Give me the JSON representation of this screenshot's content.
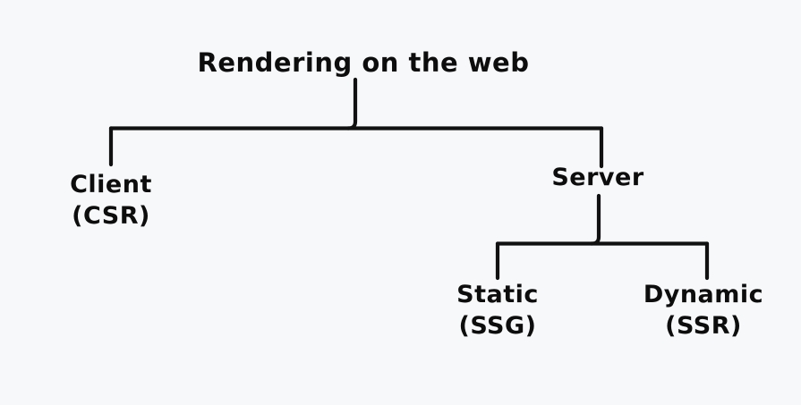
{
  "diagram": {
    "title": "Rendering on the web",
    "background_color": "#f7f8fa",
    "stroke_color": "#111111",
    "text_color": "#0d0d0d",
    "nodes": {
      "root": {
        "label": "Rendering on the web"
      },
      "client": {
        "label": "Client",
        "abbreviation": "(CSR)"
      },
      "server": {
        "label": "Server"
      },
      "static": {
        "label": "Static",
        "abbreviation": "(SSG)"
      },
      "dynamic": {
        "label": "Dynamic",
        "abbreviation": "(SSR)"
      }
    }
  }
}
